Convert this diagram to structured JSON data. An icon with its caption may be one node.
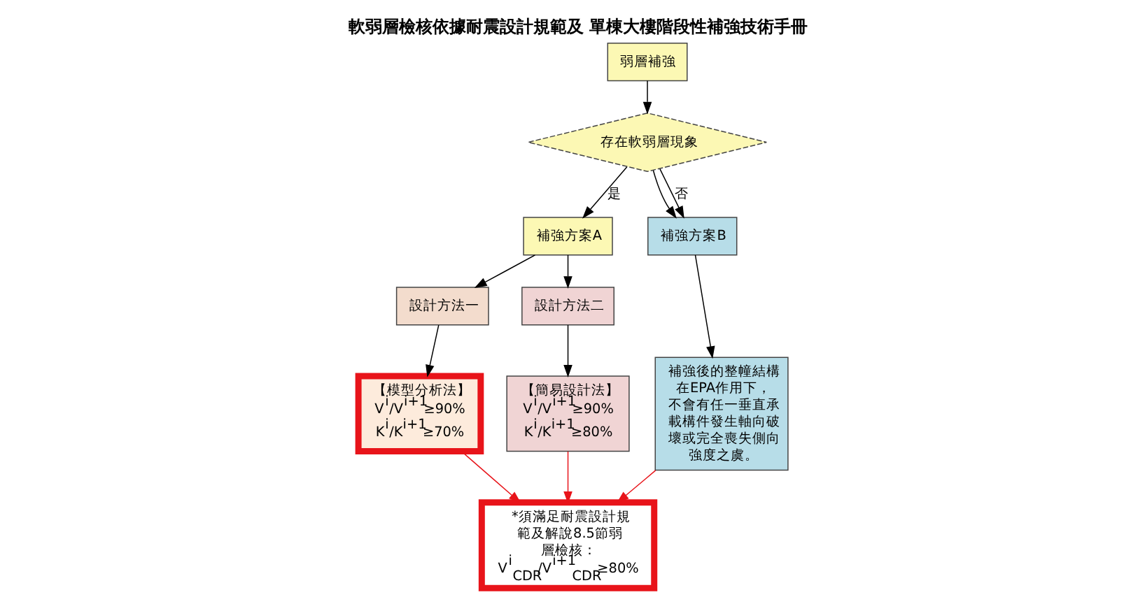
{
  "diagram": {
    "title": "軟弱層檢核依據耐震設計規範及 單棟大樓階段性補強技術手冊",
    "nodes": [
      {
        "text": [
          "弱層補強"
        ]
      },
      {
        "text": [
          "存在軟弱層現象"
        ]
      },
      {
        "text": [
          "補強方案A"
        ]
      },
      {
        "text": [
          "補強方案B"
        ]
      },
      {
        "text": [
          "設計方法一"
        ]
      },
      {
        "text": [
          "設計方法二"
        ]
      },
      {
        "text": [
          "【模型分析法】",
          "V$^{i}$/V$^{i+1}$≥90%",
          "K$^{i}$/K$^{i+1}$≥70%"
        ]
      },
      {
        "text": [
          "【簡易設計法】",
          "V$^{i}$/V$^{i+1}$≥90%",
          "K$^{i}$/K$^{i+1}$≥80%"
        ]
      },
      {
        "text": [
          "補強後的整幢結構在EPA作用下，不會有任一垂直承載構件發生軸向破壞或完全喪失側向強度之虞。"
        ]
      },
      {
        "text": [
          "*須滿足耐震設計規範及解說8.5節弱層檢核：",
          "V$^{i}$$_{CDR}$/V$^{i+1}$$_{CDR}$≥80%"
        ]
      }
    ],
    "edges": [
      {
        "from": 0,
        "to": 1,
        "arrow": "to"
      },
      {
        "from": 1,
        "to": 2,
        "arrow": "to",
        "label": "是"
      },
      {
        "from": 1,
        "to": 3,
        "arrow": "to"
      },
      {
        "from": 1,
        "to": 3,
        "arrow": "to",
        "label": "否"
      },
      {
        "from": 2,
        "to": 4,
        "arrow": "to"
      },
      {
        "from": 2,
        "to": 5,
        "arrow": "to"
      },
      {
        "from": 4,
        "to": 6,
        "arrow": "to"
      },
      {
        "from": 5,
        "to": 7,
        "arrow": "to"
      },
      {
        "from": 3,
        "to": 8,
        "arrow": "to"
      },
      {
        "from": 6,
        "to": 9,
        "arrow": "to",
        "color": "#e8141a"
      },
      {
        "from": 7,
        "to": 9,
        "arrow": "to",
        "color": "#e8141a"
      },
      {
        "from": 8,
        "to": 9,
        "arrow": "to",
        "color": "#e8141a"
      }
    ]
  }
}
